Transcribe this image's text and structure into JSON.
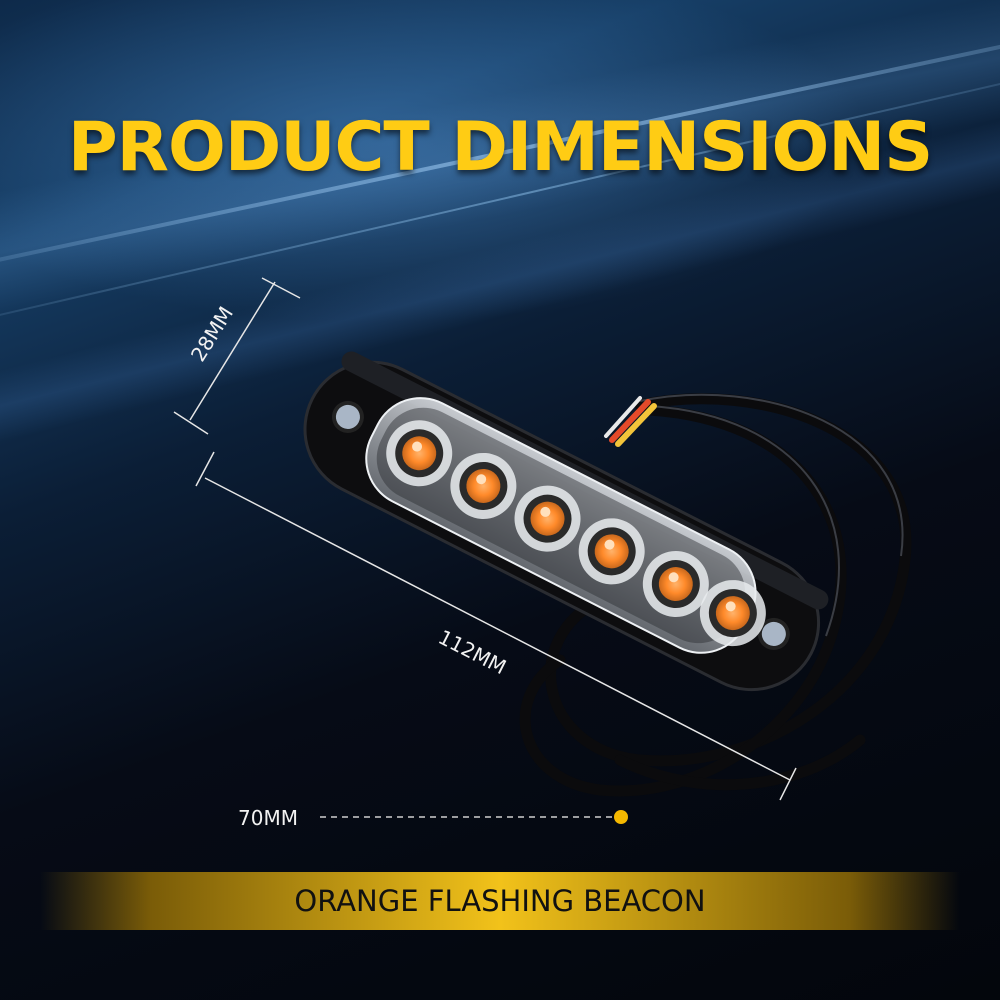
{
  "title": "PRODUCT DIMENSIONS",
  "dimensions": {
    "height": "28MM",
    "length": "112MM",
    "cable": "70MM"
  },
  "footer": "ORANGE FLASHING BEACON",
  "colors": {
    "title": "#ffcc14",
    "led": "#ff9a3c",
    "band": "#f2c21a",
    "marker": "#f5b800"
  }
}
